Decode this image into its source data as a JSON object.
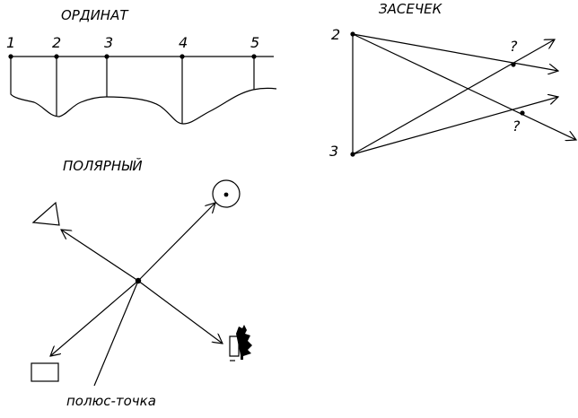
{
  "ordinat": {
    "title": "ОРДИНАТ",
    "points": [
      "1",
      "2",
      "3",
      "4",
      "5"
    ]
  },
  "zasechek": {
    "title": "ЗАСЕЧЕК",
    "station_top": "2",
    "station_bottom": "3",
    "unknown_upper": "?",
    "unknown_lower": "?"
  },
  "polar": {
    "title": "ПОЛЯРНЫЙ",
    "pole_label": "полюс-точка"
  }
}
